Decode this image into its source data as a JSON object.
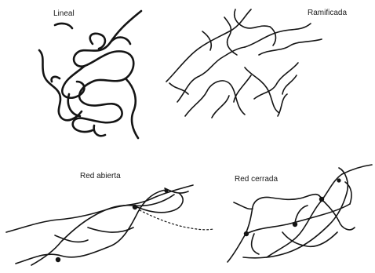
{
  "panels": {
    "lineal": {
      "label": "Lineal"
    },
    "ramificada": {
      "label": "Ramificada"
    },
    "red_abierta": {
      "label": "Red abierta"
    },
    "red_cerrada": {
      "label": "Red cerrada"
    }
  }
}
